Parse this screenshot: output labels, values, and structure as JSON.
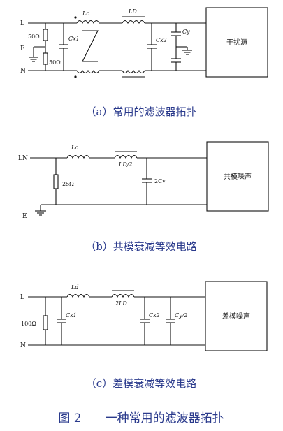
{
  "diagram_a": {
    "node_L": "L",
    "node_E": "E",
    "node_N": "N",
    "r_top": "50Ω",
    "r_bottom": "50Ω",
    "cap_x": "Cx1",
    "ind_common": "Lc",
    "ind_diff": "LD",
    "cap_x2": "Cx2",
    "cap_y": "Cy",
    "source_box": "干扰源",
    "caption": "（a）常用的滤波器拓扑"
  },
  "diagram_b": {
    "node_LN": "LN",
    "node_E": "E",
    "ind_common": "Lc",
    "ind_diff": "LD/2",
    "resistor": "25Ω",
    "cap": "2Cy",
    "source_box": "共模噪声",
    "caption": "（b）共模衰减等效电路"
  },
  "diagram_c": {
    "node_L": "L",
    "node_N": "N",
    "resistor": "100Ω",
    "ind_common": "Ld",
    "ind_diff": "2LD",
    "cap_x1": "Cx1",
    "cap_x2": "Cx2",
    "cap_y": "Cy/2",
    "source_box": "差模噪声",
    "caption": "（c）差模衰减等效电路"
  },
  "figure_caption": "图 2　　一种常用的滤波器拓扑"
}
